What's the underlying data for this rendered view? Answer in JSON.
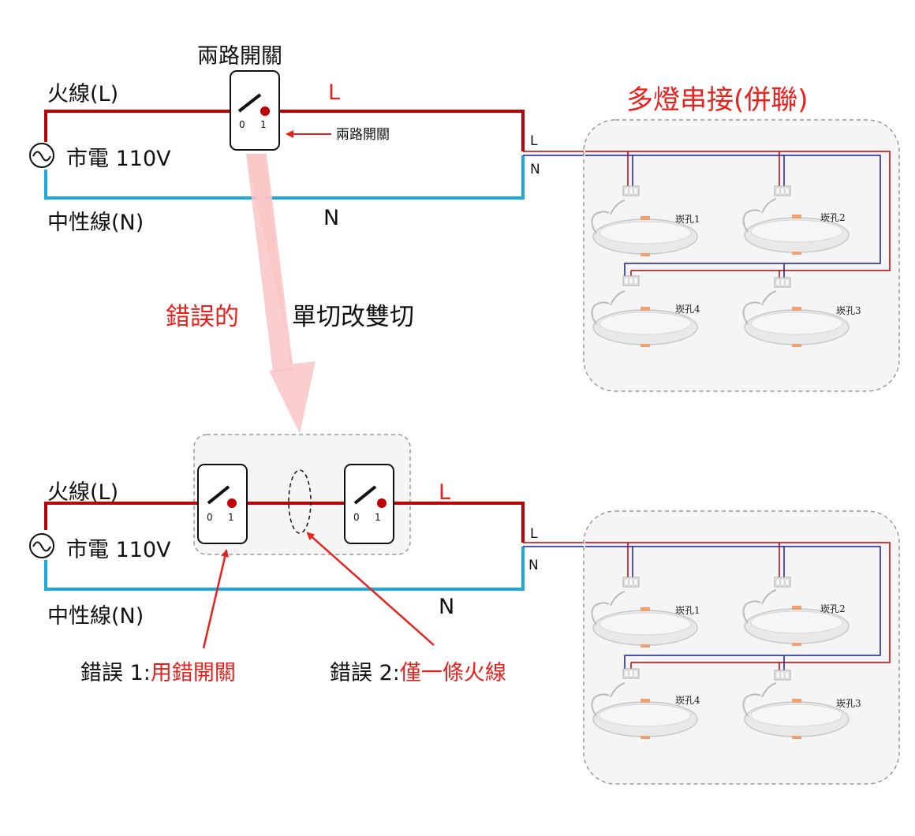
{
  "top": {
    "switch_title": "兩路開關",
    "live_label": "火線(L)",
    "mains_label": "市電 110V",
    "neutral_label": "中性線(N)",
    "l_label": "L",
    "n_label": "N",
    "switch_callout": "兩路開關",
    "switch_pos_0": "0",
    "switch_pos_1": "1",
    "panel_l": "L",
    "panel_n": "N"
  },
  "middle": {
    "red_part": "錯誤的",
    "black_part": "單切改雙切"
  },
  "lamps_panel": {
    "title": "多燈串接(併聯)",
    "lamp_1": "崁孔1",
    "lamp_2": "崁孔2",
    "lamp_3": "崁孔3",
    "lamp_4": "崁孔4"
  },
  "bottom": {
    "live_label": "火線(L)",
    "mains_label": "市電 110V",
    "neutral_label": "中性線(N)",
    "l_label": "L",
    "n_label": "N",
    "switch_pos_0": "0",
    "switch_pos_1": "1",
    "panel_l": "L",
    "panel_n": "N",
    "error1_prefix": "錯誤 1:",
    "error1_text": "用錯開關",
    "error2_prefix": "錯誤 2:",
    "error2_text": "僅一條火線"
  },
  "colors": {
    "live_wire": "#c00000",
    "neutral_wire": "#1ea7e1",
    "error_red": "#e8211d",
    "fat_arrow": "#f9c6c6"
  }
}
